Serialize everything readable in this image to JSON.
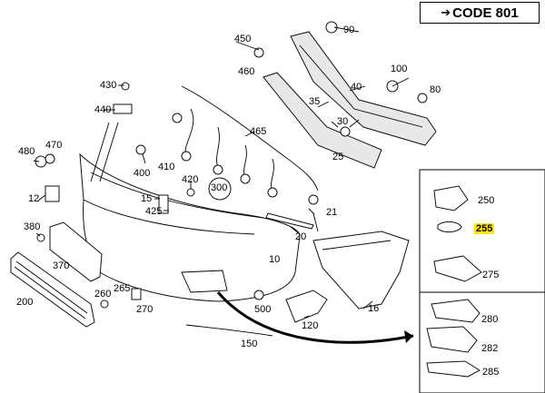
{
  "header": {
    "code_label": "CODE 801"
  },
  "highlight_color": "#ffe600",
  "part_numbers": {
    "p10": "10",
    "p12": "12",
    "p15": "15",
    "p16": "16",
    "p20": "20",
    "p21": "21",
    "p25": "25",
    "p30": "30",
    "p35": "35",
    "p40": "40",
    "p80": "80",
    "p90": "90",
    "p100": "100",
    "p120": "120",
    "p150": "150",
    "p200": "200",
    "p250": "250",
    "p255": "255",
    "p260": "260",
    "p265": "265",
    "p270": "270",
    "p275": "275",
    "p280": "280",
    "p282": "282",
    "p285": "285",
    "p300": "300",
    "p370": "370",
    "p380": "380",
    "p400": "400",
    "p410": "410",
    "p420": "420",
    "p425": "425",
    "p430": "430",
    "p440": "440",
    "p450": "450",
    "p460": "460",
    "p465": "465",
    "p470": "470",
    "p480": "480",
    "p500": "500"
  }
}
